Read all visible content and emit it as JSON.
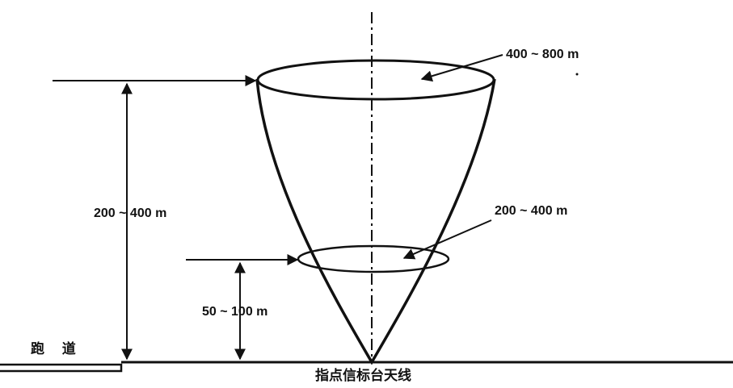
{
  "labels": {
    "top_width": "400 ~ 800 m",
    "total_height": "200 ~ 400 m",
    "mid_width": "200 ~ 400 m",
    "low_height": "50 ~ 100 m",
    "runway": "跑　 道",
    "antenna": "指点信标台天线"
  },
  "colors": {
    "line": "#111111",
    "background": "#ffffff"
  }
}
